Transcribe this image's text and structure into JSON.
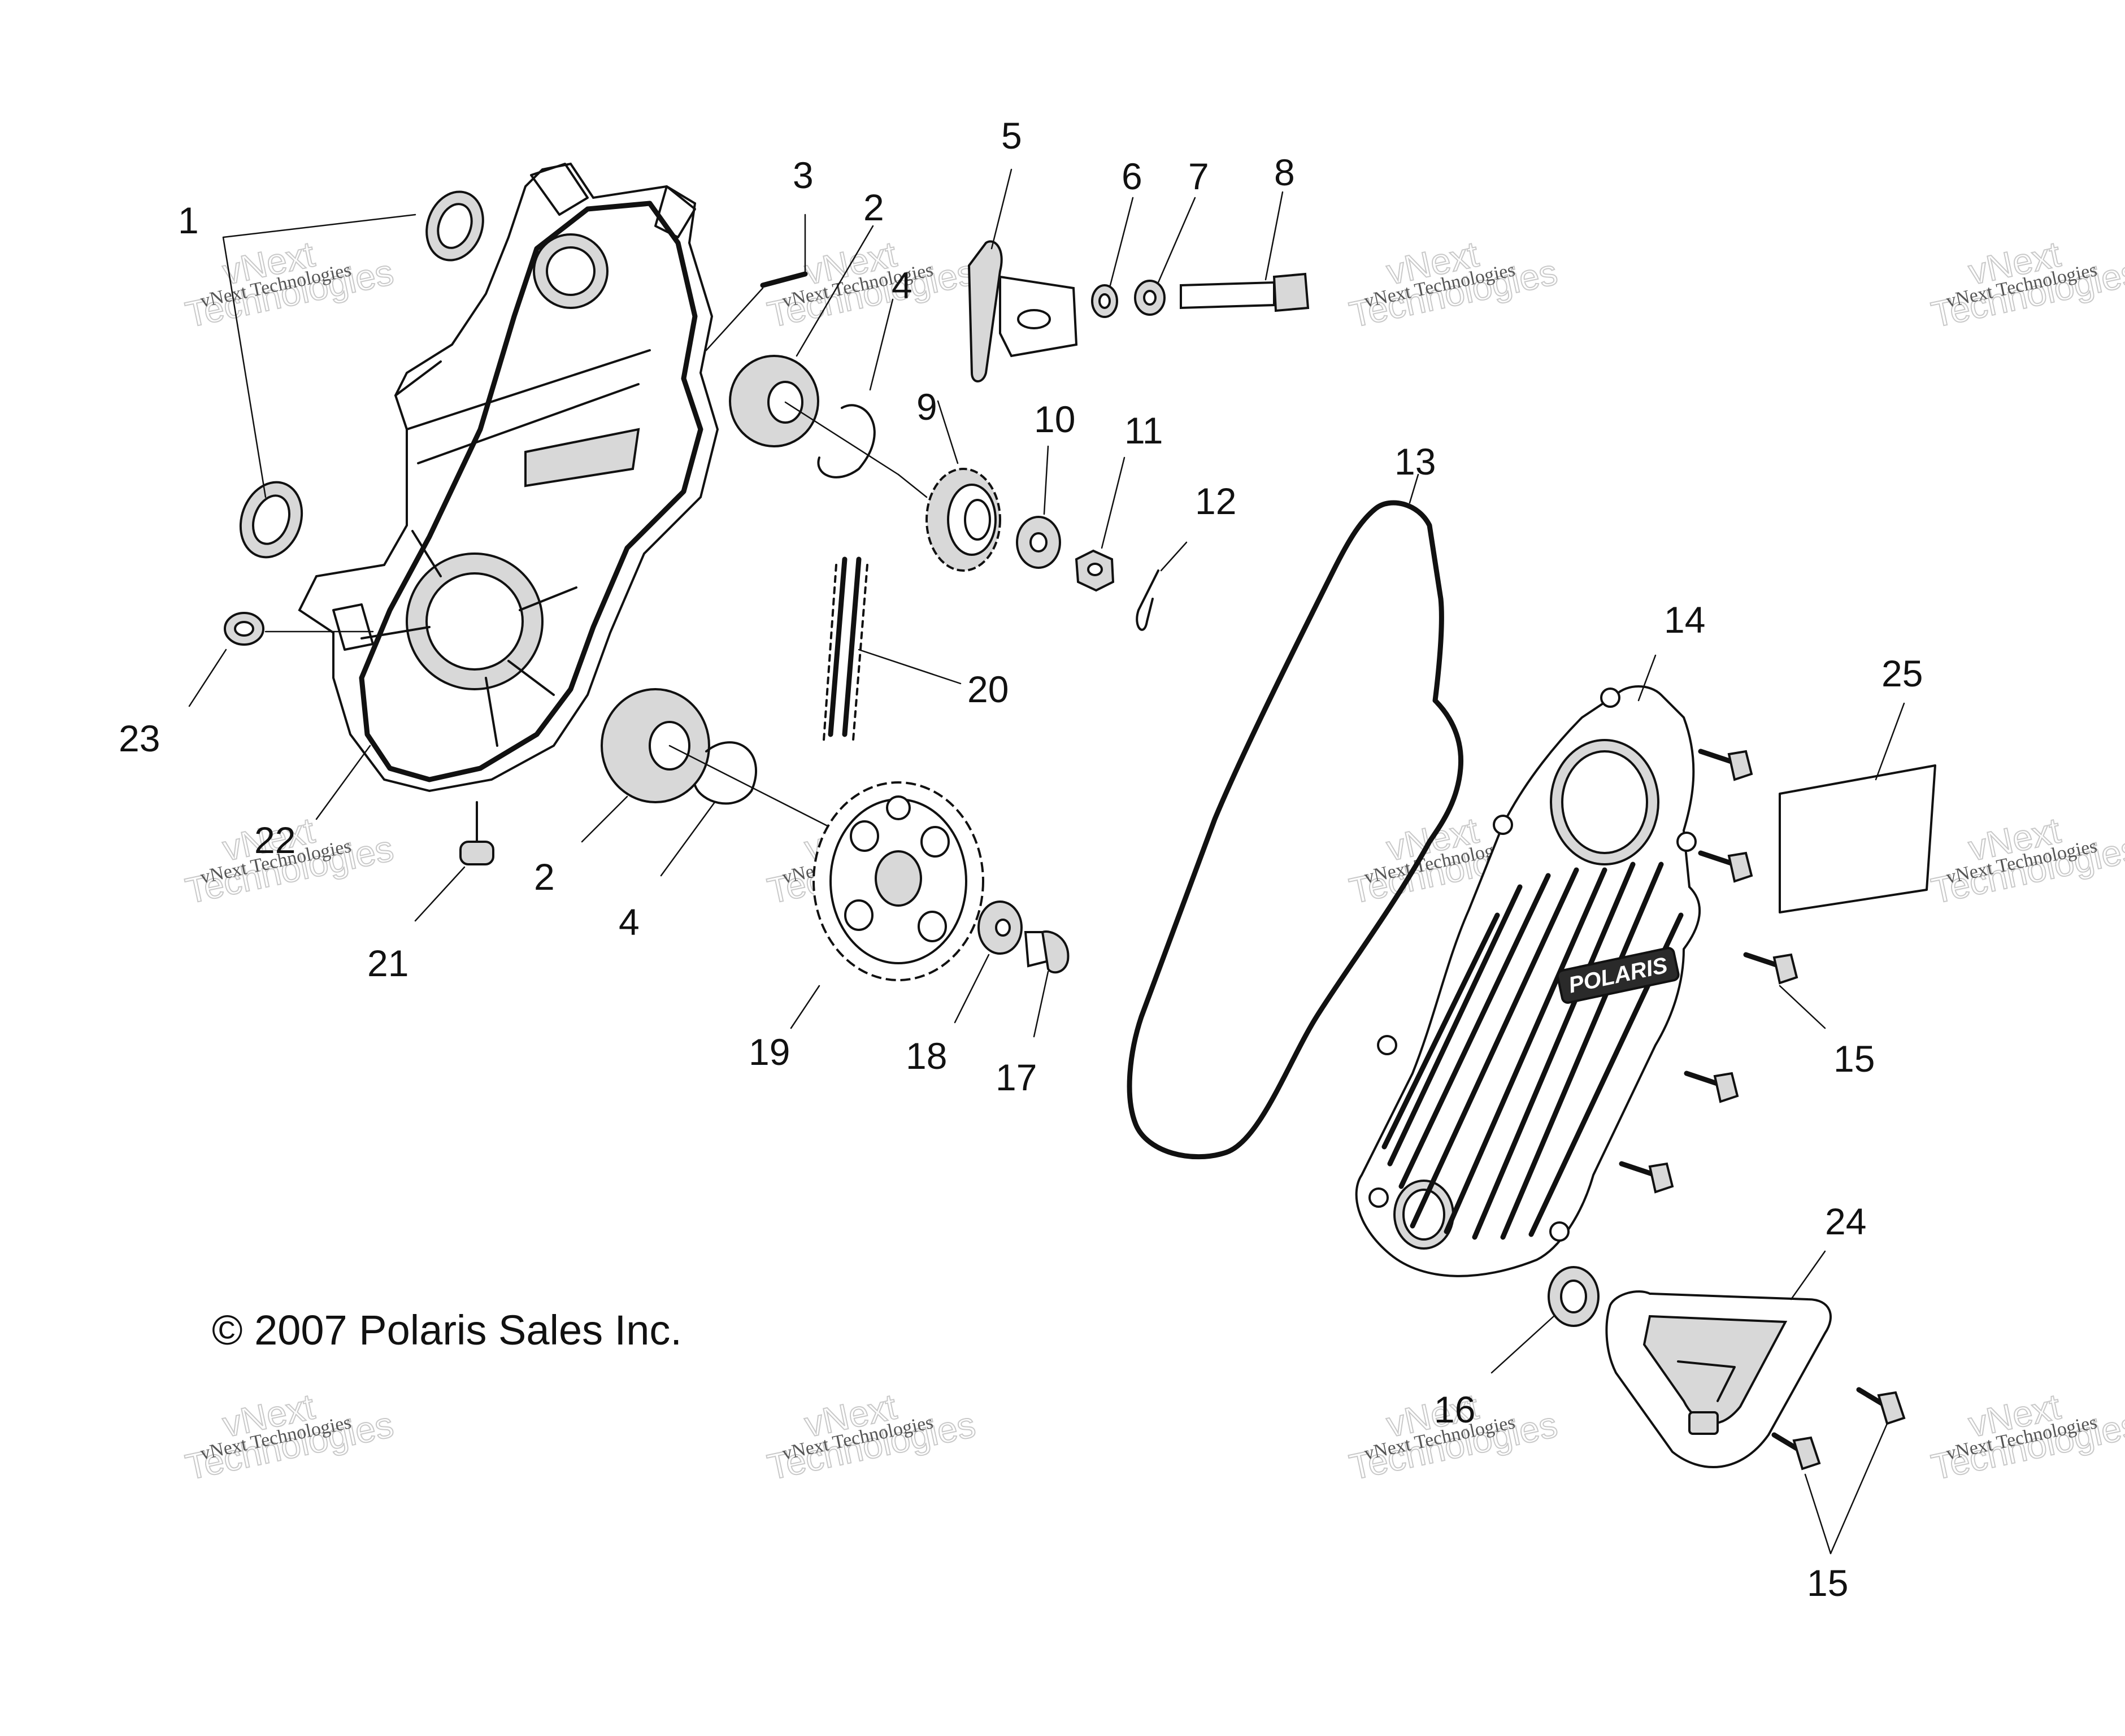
{
  "diagram": {
    "labels": {
      "l1": "1",
      "l2a": "2",
      "l2b": "2",
      "l3": "3",
      "l4a": "4",
      "l4b": "4",
      "l5": "5",
      "l6": "6",
      "l7": "7",
      "l8": "8",
      "l9": "9",
      "l10": "10",
      "l11": "11",
      "l12": "12",
      "l13": "13",
      "l14": "14",
      "l15a": "15",
      "l15b": "15",
      "l16": "16",
      "l17": "17",
      "l18": "18",
      "l19": "19",
      "l20": "20",
      "l21": "21",
      "l22": "22",
      "l23": "23",
      "l24": "24",
      "l25": "25"
    },
    "copyright": "© 2007 Polaris Sales Inc.",
    "brand_logo_text": "POLARIS",
    "watermark": {
      "line1": "vNext Technologies",
      "line2": "vNext",
      "line3": "Technologies"
    }
  }
}
